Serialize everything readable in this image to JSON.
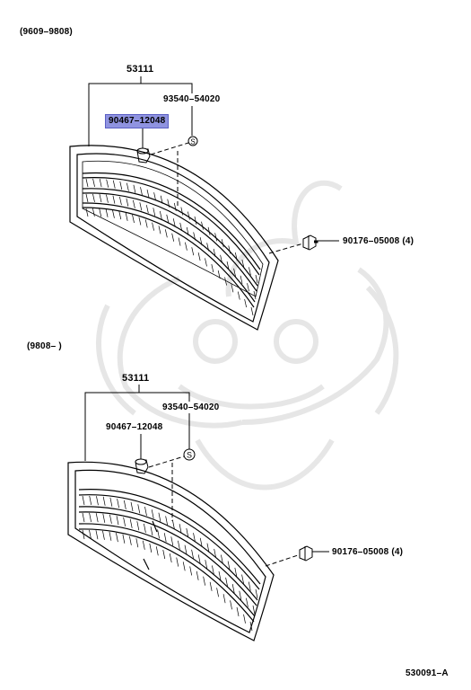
{
  "sections": [
    {
      "range": "(9609–9808)",
      "part_main": "53111",
      "part_clip": "93540–54020",
      "part_screw": "90467–12048",
      "part_nut": "90176–05008 (4)"
    },
    {
      "range": "(9808–        )",
      "part_main": "53111",
      "part_clip": "93540–54020",
      "part_screw": "90467–12048",
      "part_nut": "90176–05008 (4)"
    }
  ],
  "clip_symbol": "S",
  "diagram_code": "530091–A",
  "colors": {
    "highlight": "#8f93e0",
    "line": "#000000",
    "watermark": "#e6e6e6"
  }
}
